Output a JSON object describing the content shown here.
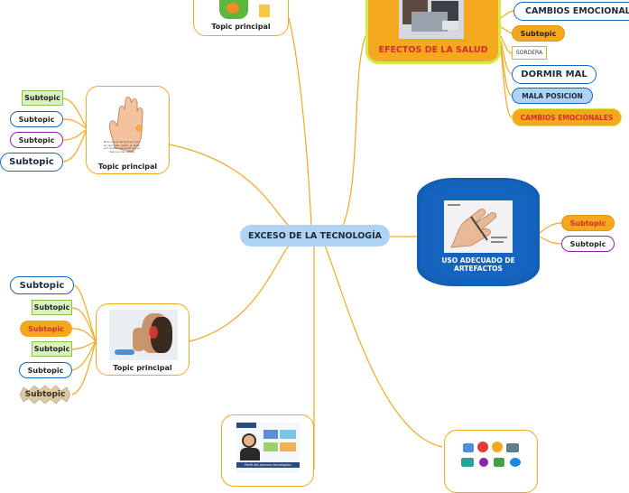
{
  "central": {
    "label": "EXCESO DE LA TECNOLOGÍA"
  },
  "nodes": {
    "top_topic": "Topic principal",
    "hand_topic": "Topic principal",
    "ear_topic": "Topic principal",
    "bottom_topic_caption": "Perfil del proceso tecnologico",
    "salud": "EFECTOS DE LA SALUD",
    "uso": "USO ADECUADO DE ARTEFACTOS"
  },
  "hand_note": "Bono en el de la mano por el uso a ser usado el dedo por motivo personal por el mal uso del celular",
  "salud_children": [
    "CAMBIOS EMOCIONALES",
    "Subtopic",
    "SORDERA",
    "DORMIR MAL",
    "MALA POSICION",
    "CAMBIOS EMOCIONALES"
  ],
  "uso_children": [
    "Subtopic",
    "Subtopic"
  ],
  "hand_children": [
    "Subtopic",
    "Subtopic",
    "Subtopic",
    "Subtopic"
  ],
  "ear_children": [
    "Subtopic",
    "Subtopic",
    "Subtopic",
    "Subtopic",
    "Subtopic",
    "Subtopic"
  ],
  "colors": {
    "line": "#f4a81d",
    "central_bg": "#aed3f5",
    "blue_node": "#1565c0",
    "green_bg": "#d9f2c2",
    "orange_bg": "#f4a81d",
    "purple_border": "#8e24aa",
    "red_text": "#d32f2f"
  }
}
